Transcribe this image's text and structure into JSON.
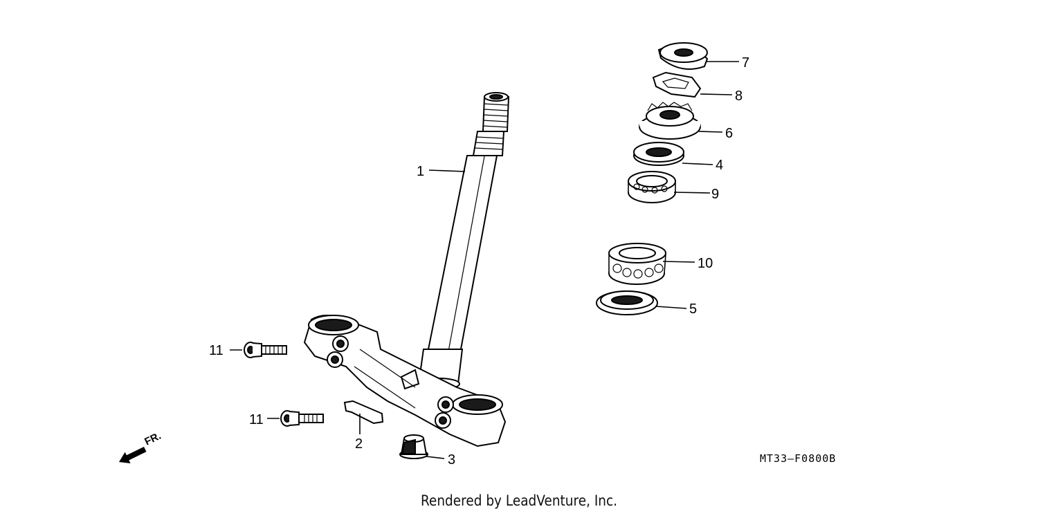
{
  "callouts": {
    "c1": "1",
    "c2": "2",
    "c3": "3",
    "c4": "4",
    "c5": "5",
    "c6": "6",
    "c7": "7",
    "c8": "8",
    "c9": "9",
    "c10": "10",
    "c11a": "11",
    "c11b": "11"
  },
  "direction_label": "FR.",
  "diagram_code": "MT33–F0800B",
  "footer": "Rendered by LeadVenture, Inc."
}
